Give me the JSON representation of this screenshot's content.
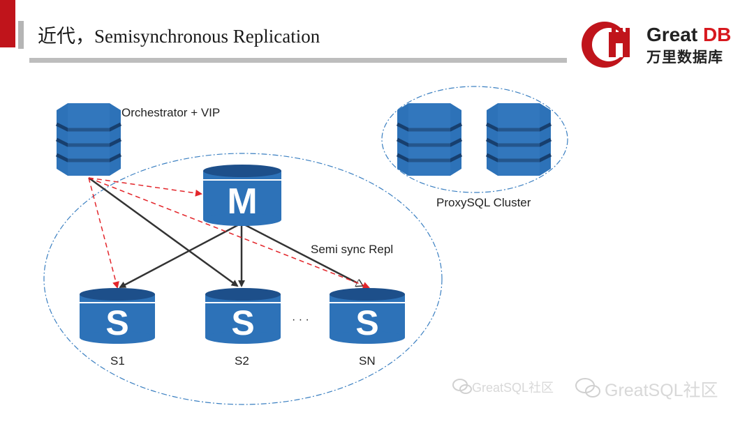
{
  "title": "近代，Semisynchronous Replication",
  "logo": {
    "brand": "Great",
    "brand_accent": "DB",
    "brand_cn": "万里数据库"
  },
  "diagram": {
    "orchestrator_label": "Orchestrator + VIP",
    "proxysql_label": "ProxySQL Cluster",
    "master_letter": "M",
    "slave_letter": "S",
    "replication_label": "Semi sync Repl",
    "ellipsis": "· · ·",
    "slaves": [
      {
        "label": "S1"
      },
      {
        "label": "S2"
      },
      {
        "label": "SN"
      }
    ]
  },
  "watermarks": [
    "GreatSQL社区",
    "GreatSQL社区"
  ],
  "colors": {
    "db_blue": "#2d72b8",
    "db_dark": "#1d4f8a",
    "arrow_black": "#333333",
    "arrow_red": "#e3262b",
    "cluster_border": "#3a7fc1",
    "brand_red": "#c0141b"
  }
}
